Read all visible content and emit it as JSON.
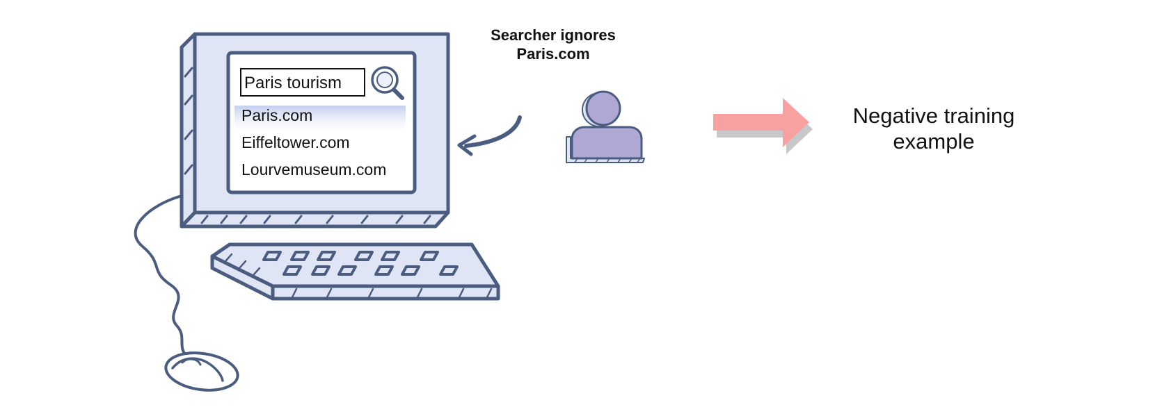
{
  "caption": {
    "line1": "Searcher ignores",
    "line2": "Paris.com"
  },
  "search": {
    "query": "Paris tourism",
    "icon": "magnifier-icon"
  },
  "results": [
    {
      "label": "Paris.com",
      "highlighted": true
    },
    {
      "label": "Eiffeltower.com",
      "highlighted": false
    },
    {
      "label": "Lourvemuseum.com",
      "highlighted": false
    }
  ],
  "outcome": {
    "line1": "Negative training",
    "line2": "example"
  },
  "colors": {
    "outline": "#4a5c80",
    "monitor_fill": "#dfe5f5",
    "person_fill": "#b0a8d4",
    "arrow": "#f7a1a1",
    "arrow_shadow": "#c8c8c8"
  }
}
